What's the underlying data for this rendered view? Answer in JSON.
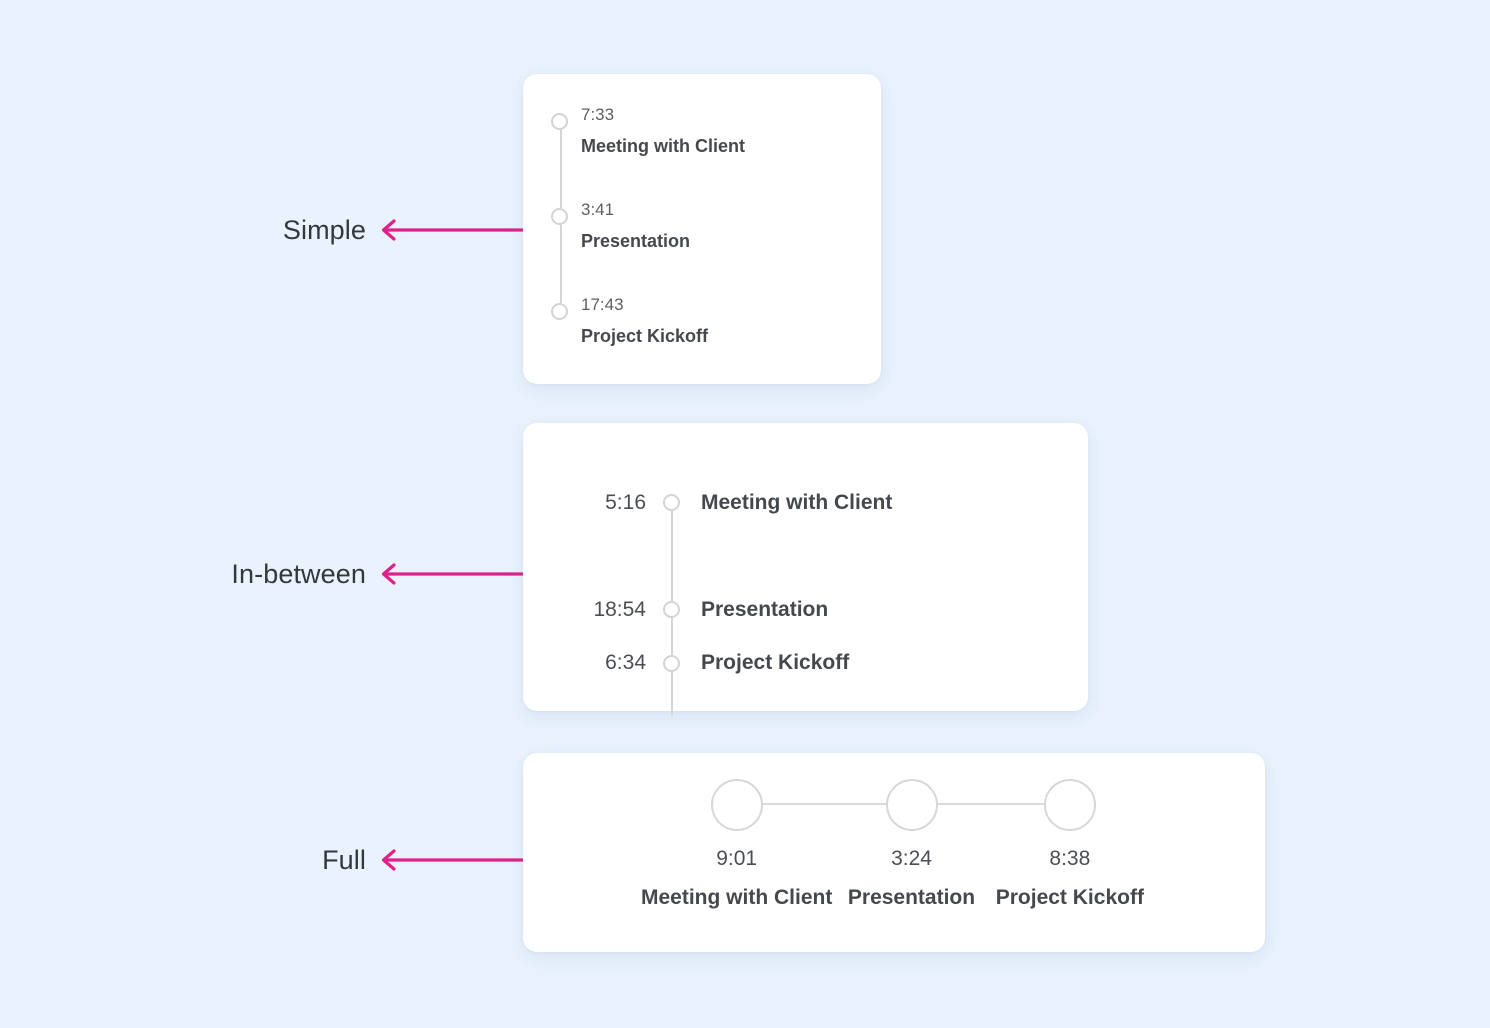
{
  "background_color": "#eaf3fd",
  "accent_color": "#e0218a",
  "dot_color": "#d4d4d4",
  "line_color": "#d5d5d5",
  "annotations": [
    {
      "label": "Simple"
    },
    {
      "label": "In-between"
    },
    {
      "label": "Full"
    }
  ],
  "cards": {
    "simple": {
      "variant": "simple",
      "events": [
        {
          "time": "7:33",
          "title": "Meeting with Client"
        },
        {
          "time": "3:41",
          "title": "Presentation"
        },
        {
          "time": "17:43",
          "title": "Project Kickoff"
        }
      ]
    },
    "in_between": {
      "variant": "in-between",
      "events": [
        {
          "time": "5:16",
          "title": "Meeting with Client"
        },
        {
          "time": "18:54",
          "title": "Presentation"
        },
        {
          "time": "6:34",
          "title": "Project Kickoff"
        }
      ]
    },
    "full": {
      "variant": "full",
      "events": [
        {
          "time": "9:01",
          "title": "Meeting with Client"
        },
        {
          "time": "3:24",
          "title": "Presentation"
        },
        {
          "time": "8:38",
          "title": "Project Kickoff"
        }
      ]
    }
  }
}
